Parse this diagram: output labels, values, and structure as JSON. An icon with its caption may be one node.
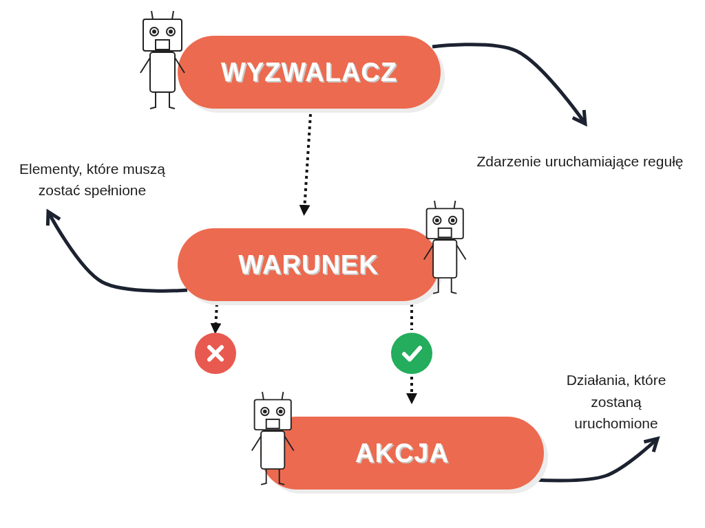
{
  "diagram": {
    "nodes": [
      {
        "text": [
          "WYZWALACZ"
        ]
      },
      {
        "text": [
          "Zdarzenie uruchamiające regułę"
        ]
      },
      {
        "text": [
          "WARUNEK"
        ]
      },
      {
        "text": [
          "Elementy, które muszą zostać spełnione"
        ]
      },
      {
        "text": [],
        "shape": "circle"
      },
      {
        "text": [],
        "shape": "circle"
      },
      {
        "text": [
          "AKCJA"
        ]
      },
      {
        "text": [
          "Działania, które zostaną uruchomione"
        ]
      }
    ],
    "edges": [
      {
        "from": 0,
        "to": 1,
        "arrow": "to"
      },
      {
        "from": 0,
        "to": 2,
        "arrow": "to",
        "style": "dashed"
      },
      {
        "from": 2,
        "to": 3,
        "arrow": "to"
      },
      {
        "from": 2,
        "to": 4,
        "arrow": "to",
        "style": "dashed"
      },
      {
        "from": 2,
        "to": 5,
        "arrow": "none",
        "style": "dashed"
      },
      {
        "from": 5,
        "to": 6,
        "arrow": "to",
        "style": "dashed"
      },
      {
        "from": 6,
        "to": 7,
        "arrow": "to"
      }
    ]
  }
}
